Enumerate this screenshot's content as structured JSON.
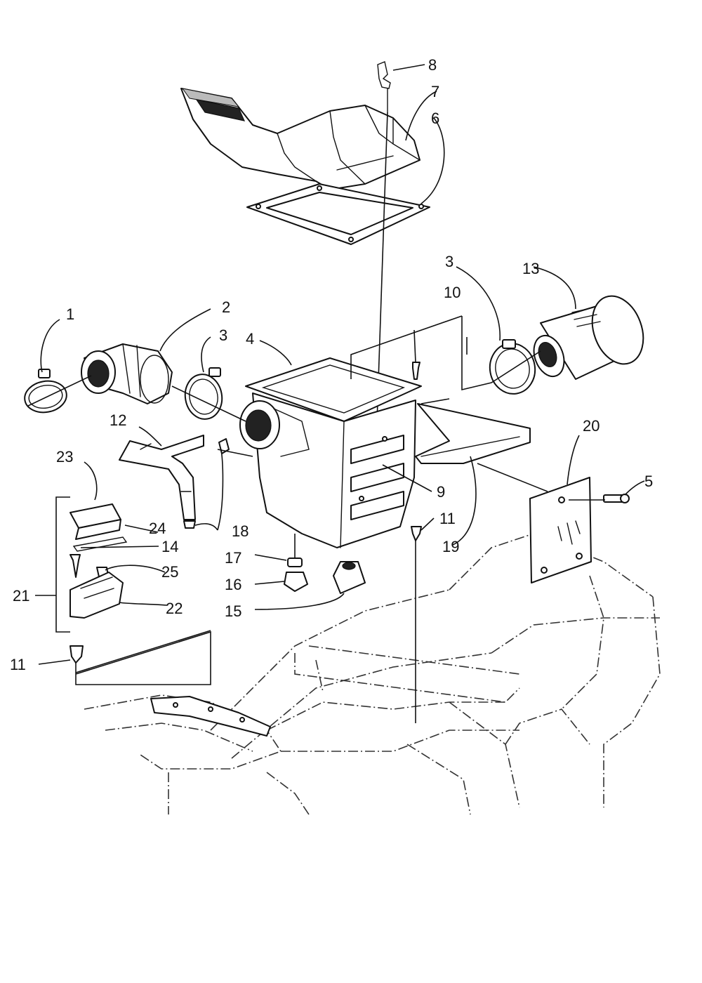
{
  "callouts": {
    "c1": "1",
    "c2": "2",
    "c3a": "3",
    "c3b": "3",
    "c4": "4",
    "c5": "5",
    "c6": "6",
    "c7": "7",
    "c8": "8",
    "c9": "9",
    "c10": "10",
    "c11a": "11",
    "c11b": "11",
    "c12": "12",
    "c13": "13",
    "c14": "14",
    "c15": "15",
    "c16": "16",
    "c17": "17",
    "c18": "18",
    "c19": "19",
    "c20": "20",
    "c21": "21",
    "c22": "22",
    "c23": "23",
    "c24": "24",
    "c25": "25"
  },
  "colors": {
    "line": "#111111",
    "background": "#ffffff"
  }
}
